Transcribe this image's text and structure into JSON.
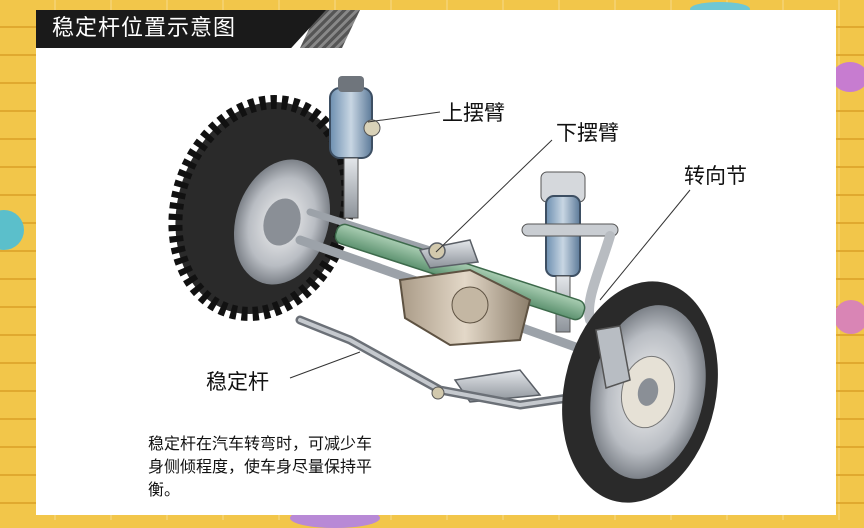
{
  "title": "稳定杆位置示意图",
  "labels": {
    "upper_arm": "上摆臂",
    "lower_arm": "下摆臂",
    "knuckle": "转向节",
    "stabilizer": "稳定杆"
  },
  "caption": "稳定杆在汽车转弯时，可减少车身侧倾程度，使车身尽量保持平衡。",
  "colors": {
    "background": "#f2c64a",
    "card": "#ffffff",
    "title_bar": "#1a1a1a",
    "stabilizer_bar": "#7fb08c",
    "tire": "#2a2a2a"
  }
}
